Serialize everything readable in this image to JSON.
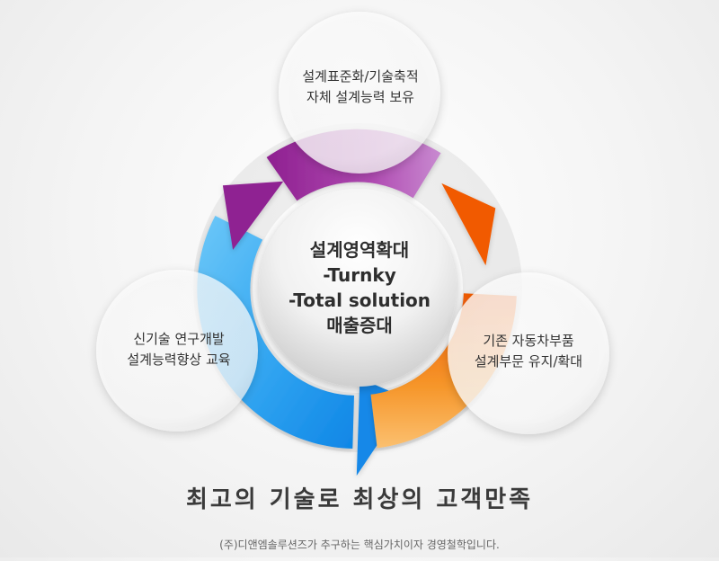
{
  "top_bubble": {
    "lines": [
      "설계표준화/기술축적",
      "자체 설계능력 보유"
    ]
  },
  "left_bubble": {
    "lines": [
      "신기술 연구개발",
      "설계능력향상 교육"
    ]
  },
  "right_bubble": {
    "lines": [
      "기존 자동차부품",
      "설계부문 유지/확대"
    ]
  },
  "center": {
    "lines": [
      "설계영역확대",
      "-Turnky",
      "-Total solution",
      "매출증대"
    ]
  },
  "slogan": "최고의 기술로 최상의 고객만족",
  "footnote": "(주)디앤엠솔루션즈가 추구하는 핵심가치이자 경영철학입니다.",
  "colors": {
    "arrow_purple": "#9a2d99",
    "arrow_orange": "#f26a0f",
    "arrow_blue": "#1e96ea",
    "bubble_fill": "#ffffff",
    "text": "#333333"
  }
}
